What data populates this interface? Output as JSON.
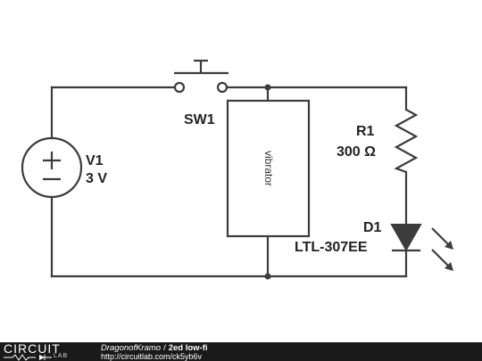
{
  "components": {
    "v1": {
      "name": "V1",
      "value": "3 V"
    },
    "sw1": {
      "name": "SW1"
    },
    "vibrator": {
      "label": "vibrator"
    },
    "r1": {
      "name": "R1",
      "value": "300 Ω"
    },
    "d1": {
      "name": "D1",
      "part": "LTL-307EE"
    }
  },
  "footer": {
    "logo_main": "CIRCUIT",
    "logo_sub": "LAB",
    "author": "DragonofKramo",
    "separator": "/",
    "title": "2ed low-fi",
    "url": "http://circuitlab.com/ck5yb6v"
  },
  "colors": {
    "wire": "#3c3c3c",
    "footer_bg": "#1a1a1a"
  }
}
